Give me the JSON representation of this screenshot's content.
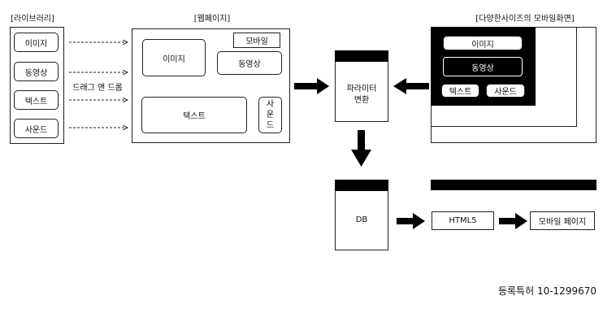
{
  "library": {
    "title": "[라이브러리]",
    "items": [
      "이미지",
      "동영상",
      "텍스트",
      "사운드"
    ]
  },
  "drag_label": "드래그 앤 드롭",
  "webpage": {
    "title": "[웹페이지]",
    "mobile": "모바일",
    "image": "이미지",
    "video": "동영상",
    "text": "텍스트",
    "sound": "사운드"
  },
  "param": {
    "line1": "파라미터",
    "line2": "변환"
  },
  "mobile_screen": {
    "title": "[다양한사이즈의 모바일화면]",
    "image": "이미지",
    "video": "동영상",
    "text": "텍스트",
    "sound": "사운드"
  },
  "db": "DB",
  "html5": "HTML5",
  "mobile_page": "모바일 페이지",
  "patent": "등록특허 10-1299670"
}
